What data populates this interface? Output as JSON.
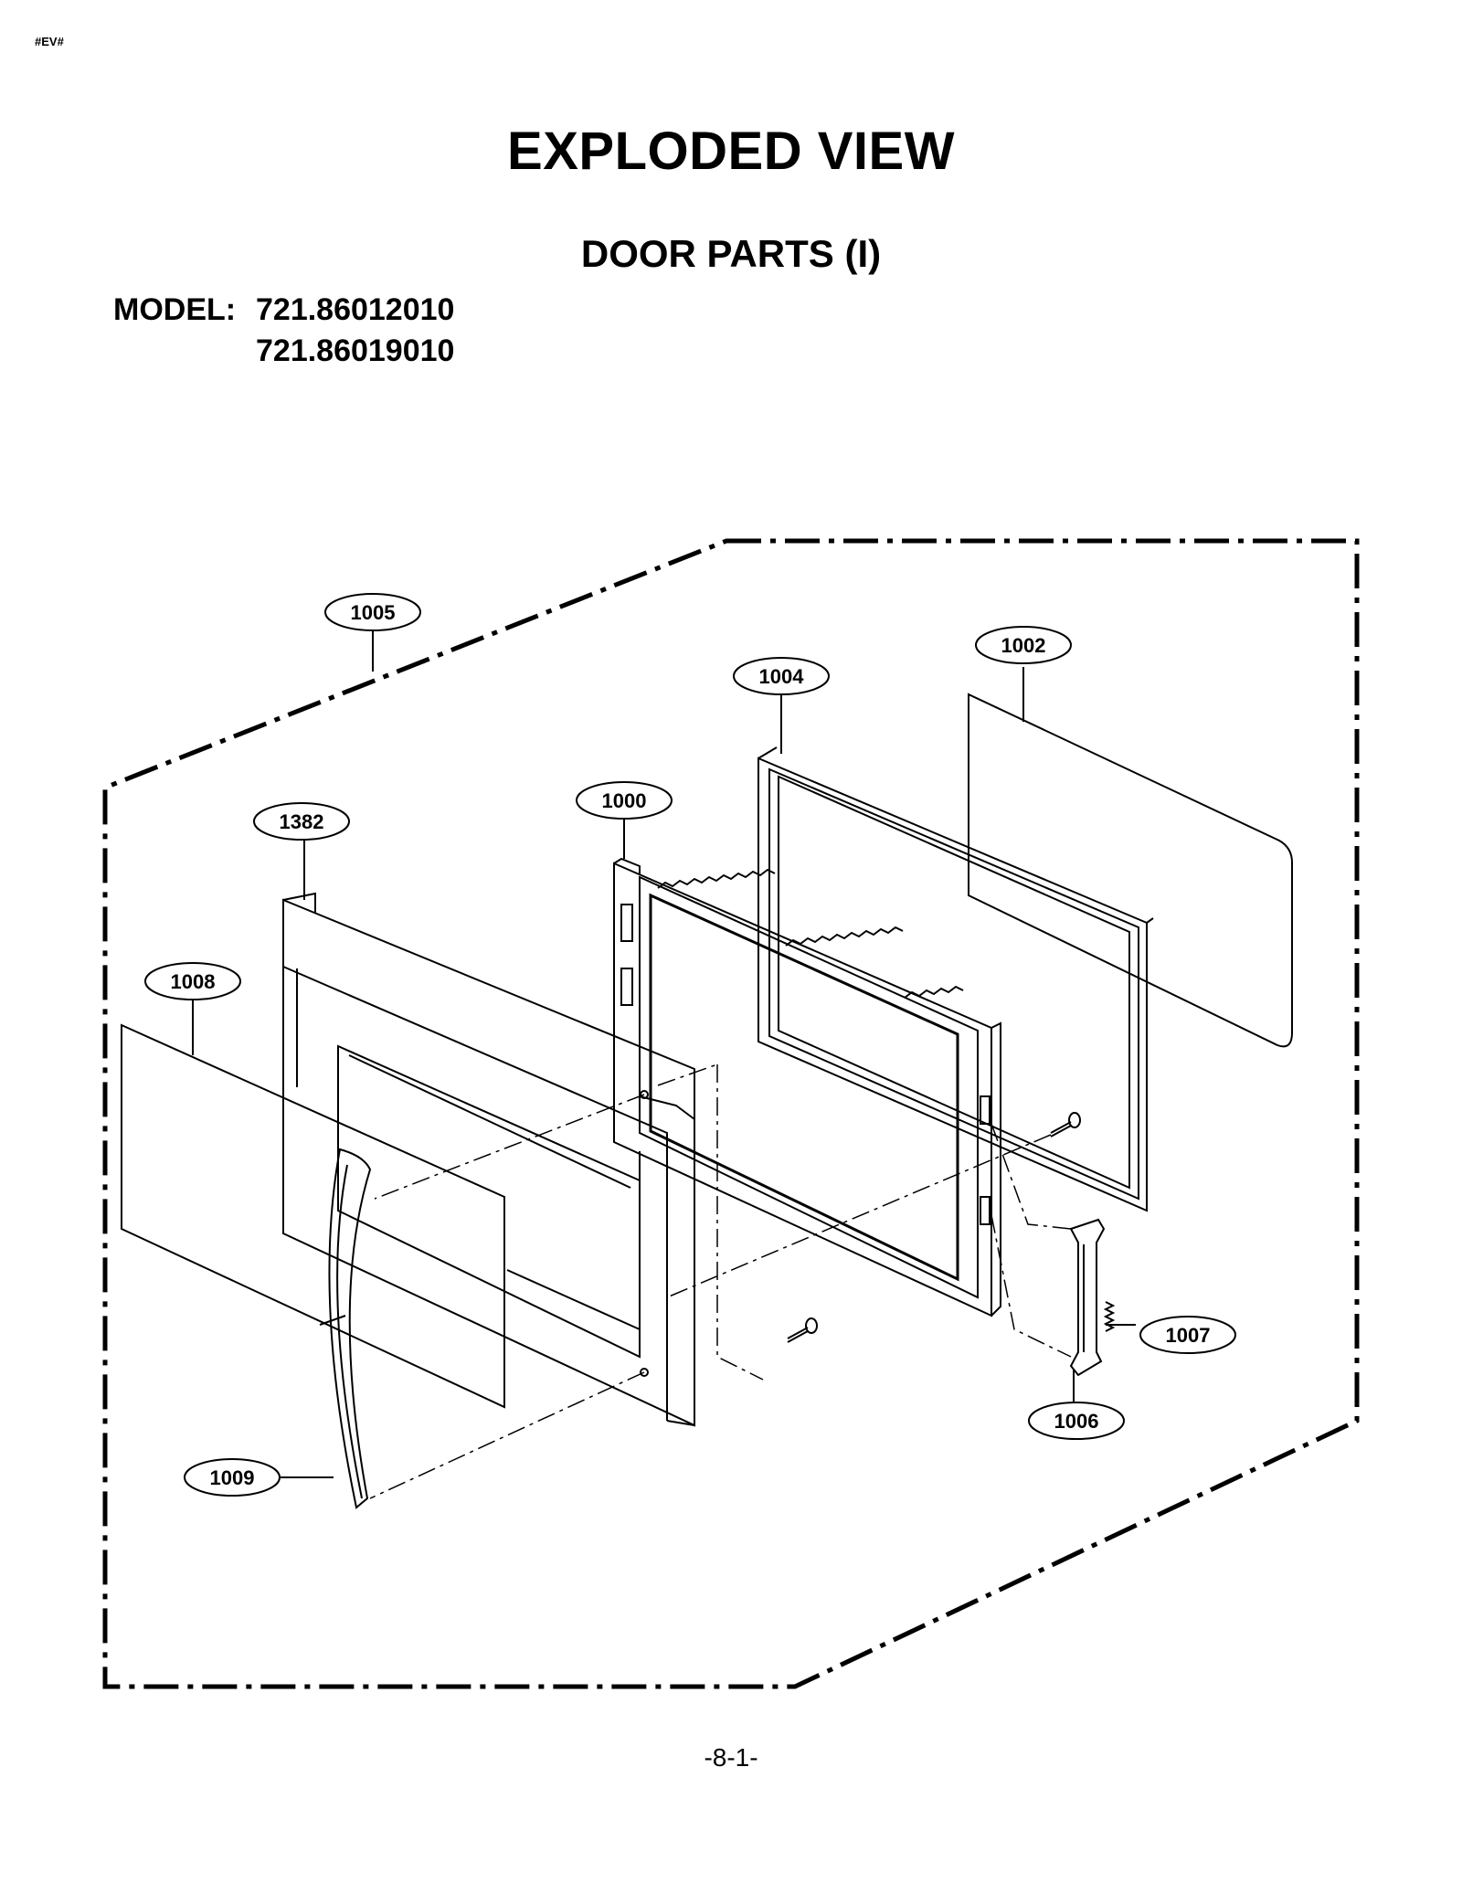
{
  "header": {
    "tag": "#EV#",
    "title": "EXPLODED VIEW",
    "subtitle": "DOOR PARTS (I)",
    "model_label": "MODEL:",
    "models": [
      "721.86012010",
      "721.86019010"
    ]
  },
  "callouts": [
    "1005",
    "1002",
    "1004",
    "1000",
    "1382",
    "1008",
    "1007",
    "1006",
    "1009"
  ],
  "footer": {
    "page": "-8-1-"
  }
}
